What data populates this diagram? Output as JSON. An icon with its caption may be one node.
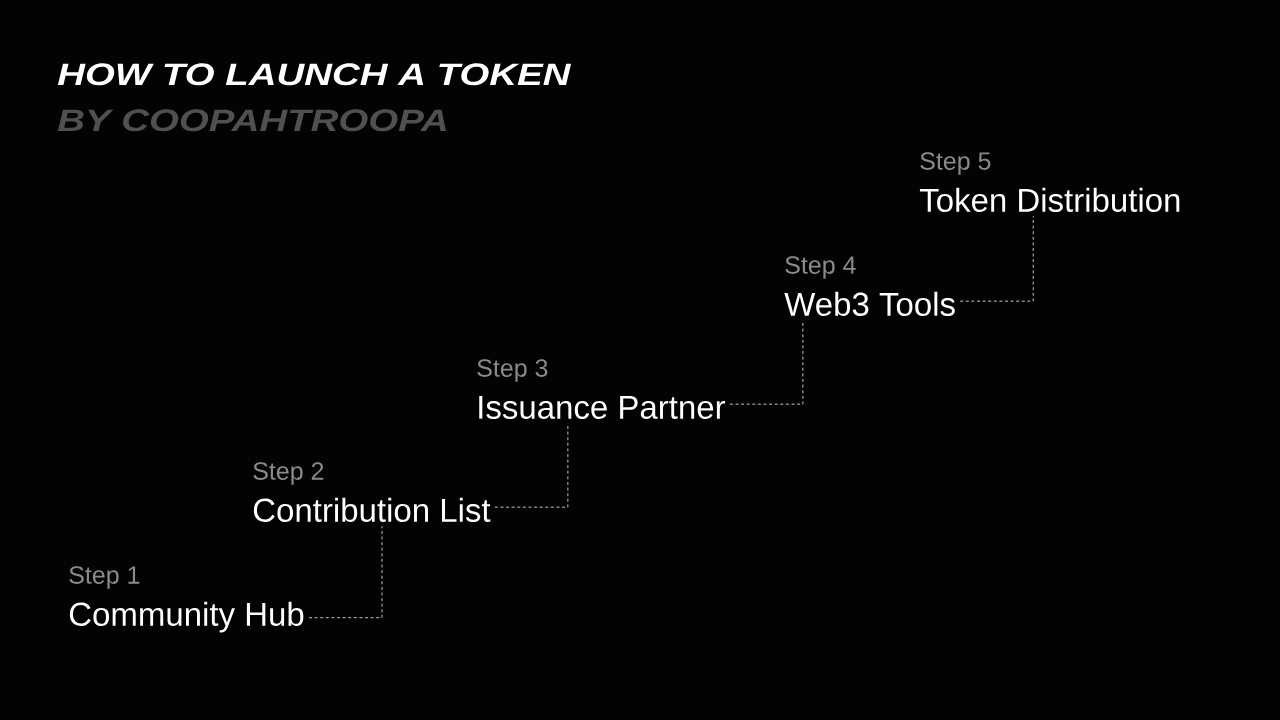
{
  "diagram": {
    "title": "HOW TO LAUNCH A TOKEN",
    "nodes": [
      {
        "text": [
          "Step 1",
          "Community Hub"
        ]
      },
      {
        "text": [
          "Step 2",
          "Contribution List"
        ]
      },
      {
        "text": [
          "Step 3",
          "Issuance Partner"
        ]
      },
      {
        "text": [
          "Step 4",
          "Web3 Tools"
        ]
      },
      {
        "text": [
          "Step 5",
          "Token Distribution"
        ]
      }
    ],
    "edges": [
      {
        "from": 0,
        "to": 1,
        "arrow": "none",
        "style": "dashed"
      },
      {
        "from": 1,
        "to": 2,
        "arrow": "none",
        "style": "dashed"
      },
      {
        "from": 2,
        "to": 3,
        "arrow": "none",
        "style": "dashed"
      },
      {
        "from": 3,
        "to": 4,
        "arrow": "none",
        "style": "dashed"
      }
    ],
    "labels": [
      "BY COOPAHTROOPA"
    ]
  }
}
